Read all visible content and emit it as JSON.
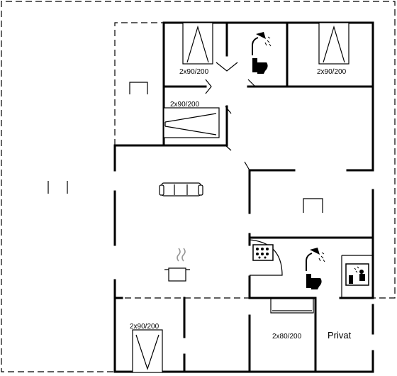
{
  "floorplan": {
    "labels": {
      "bed_top_left": "2x90/200",
      "bed_top_right": "2x90/200",
      "bed_middle_left": "2x90/200",
      "bed_bottom_left": "2x90/200",
      "bed_bottom_middle": "2x80/200",
      "private_room": "Privat"
    },
    "icons": {
      "shower_top": "shower-icon",
      "toilet_top": "toilet-icon",
      "shower_bottom": "shower-icon",
      "toilet_bottom": "toilet-icon",
      "whirlpool": "whirlpool-icon",
      "sauna": "sauna-icon",
      "sofa": "sofa-icon",
      "kitchen": "cooking-pot-icon"
    }
  }
}
